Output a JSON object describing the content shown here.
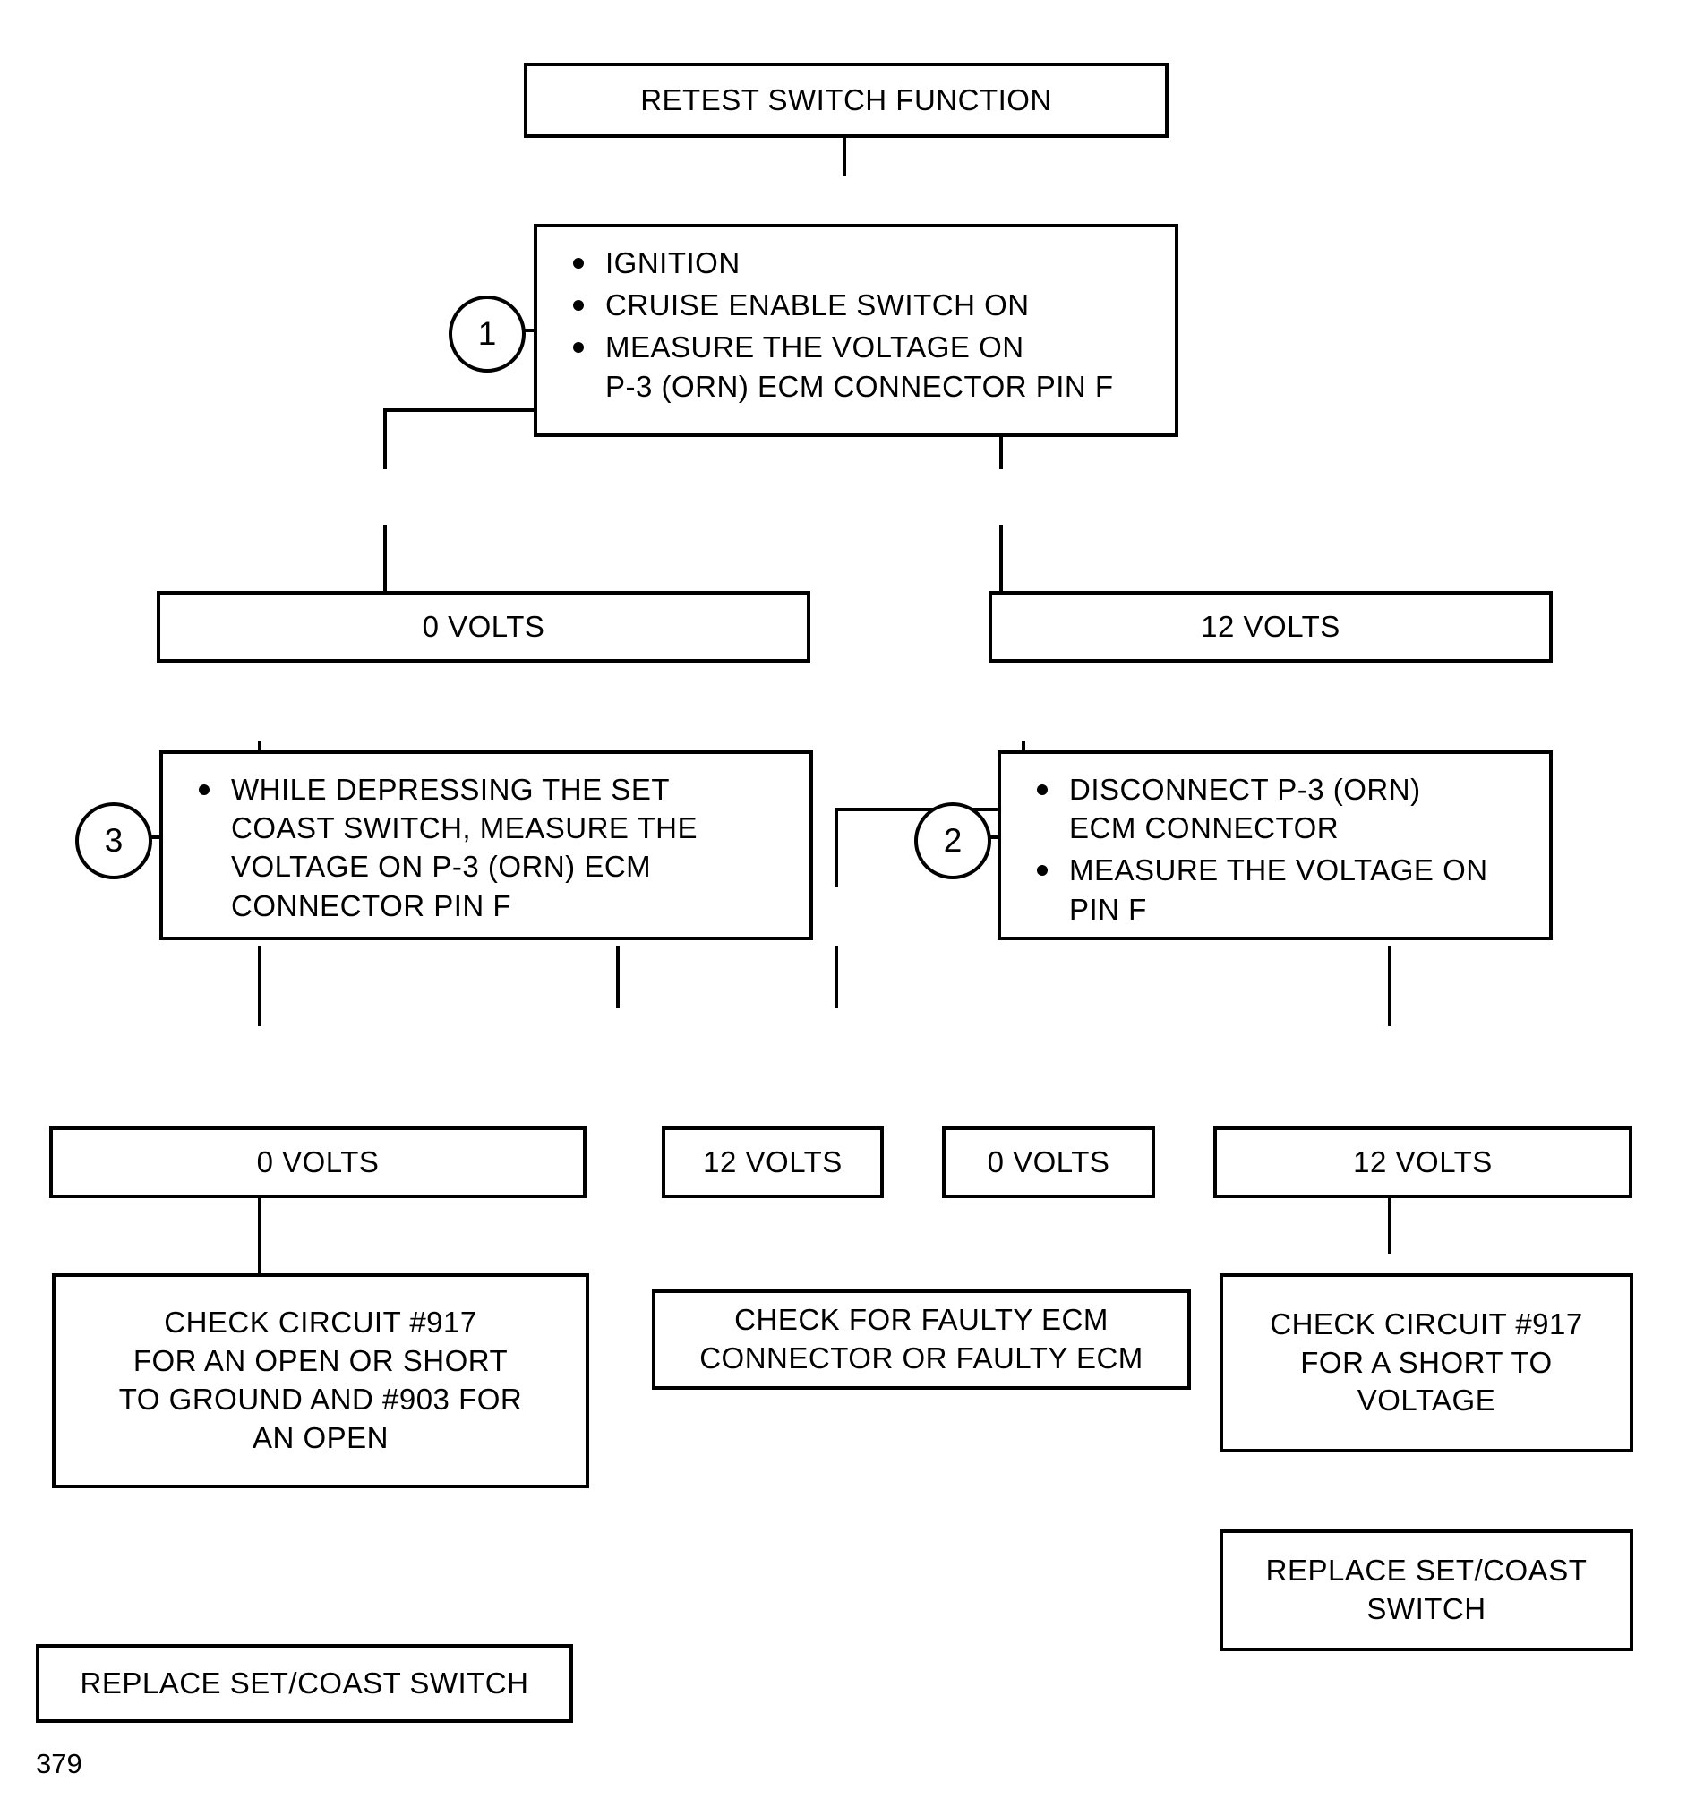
{
  "page": {
    "number": "379",
    "accent_color": "#000000",
    "background_color": "#ffffff"
  },
  "chart_data": {
    "type": "flowchart",
    "title": "RETEST SWITCH FUNCTION",
    "orientation": "top-down"
  },
  "nodes": {
    "title": {
      "text": "RETEST SWITCH FUNCTION"
    },
    "step1": {
      "marker": "1",
      "bullets": [
        "IGNITION",
        "CRUISE ENABLE SWITCH ON",
        "MEASURE THE VOLTAGE ON\nP-3 (ORN) ECM CONNECTOR PIN F"
      ]
    },
    "branch_left_0v": {
      "text": "0 VOLTS"
    },
    "branch_right_12v": {
      "text": "12 VOLTS"
    },
    "step3": {
      "marker": "3",
      "bullets": [
        "WHILE DEPRESSING THE SET\nCOAST SWITCH, MEASURE THE\nVOLTAGE ON P-3 (ORN) ECM\nCONNECTOR PIN F"
      ]
    },
    "step2": {
      "marker": "2",
      "bullets": [
        "DISCONNECT P-3 (ORN)\nECM CONNECTOR",
        "MEASURE THE VOLTAGE ON\nPIN F"
      ]
    },
    "result_a_0v": {
      "text": "0 VOLTS"
    },
    "result_b_12v": {
      "text": "12 VOLTS"
    },
    "result_c_0v": {
      "text": "0 VOLTS"
    },
    "result_d_12v": {
      "text": "12 VOLTS"
    },
    "action_check_917_open": {
      "text": "CHECK CIRCUIT #917\nFOR AN OPEN OR SHORT\nTO GROUND AND #903 FOR\nAN OPEN"
    },
    "action_check_faulty_ecm": {
      "text": "CHECK FOR FAULTY ECM\nCONNECTOR OR FAULTY ECM"
    },
    "action_check_917_short": {
      "text": "CHECK CIRCUIT #917\nFOR A SHORT TO\nVOLTAGE"
    },
    "action_replace_switch_left": {
      "text": "REPLACE SET/COAST SWITCH"
    },
    "action_replace_switch_right": {
      "text": "REPLACE SET/COAST\nSWITCH"
    }
  }
}
